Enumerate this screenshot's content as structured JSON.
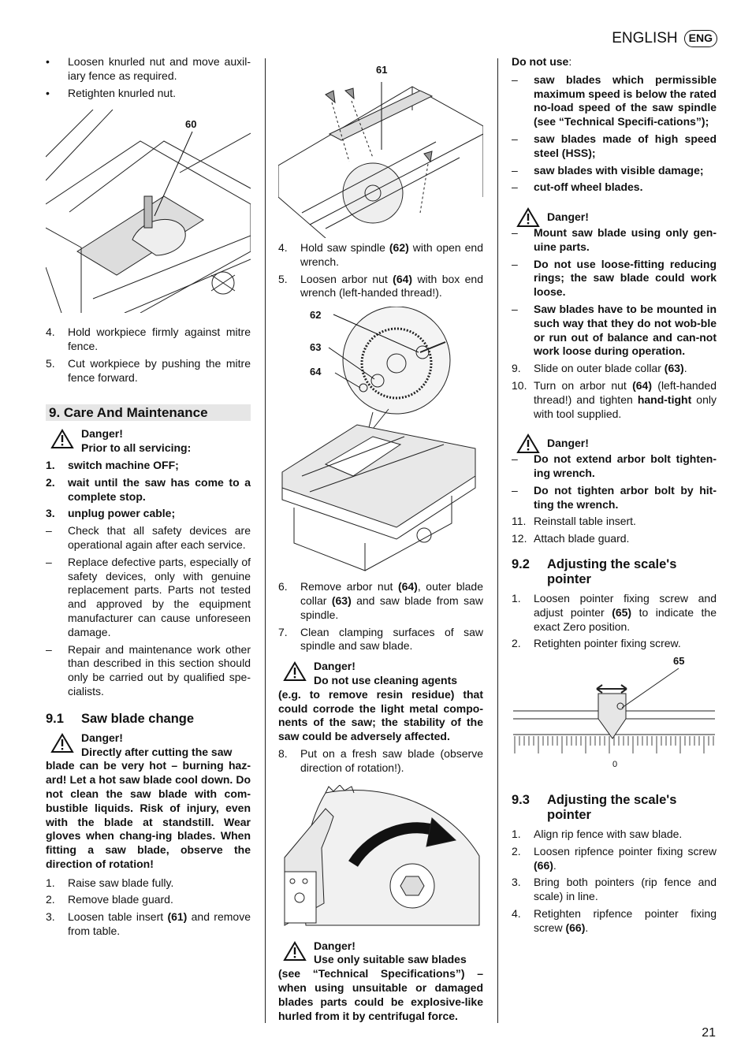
{
  "header": {
    "language": "ENGLISH",
    "badge": "ENG"
  },
  "page_number": "21",
  "col1": {
    "bullets": [
      "Loosen knurled nut and move auxil-iary fence as required.",
      "Retighten knurled nut."
    ],
    "fig60_label": "60",
    "steps_a": [
      {
        "n": "4.",
        "text": "Hold workpiece firmly against mitre fence."
      },
      {
        "n": "5.",
        "text": "Cut workpiece by pushing the mitre fence forward."
      }
    ],
    "section9_title": "9.   Care And Maintenance",
    "danger1_title": "Danger!",
    "danger1_sub": "Prior to all servicing:",
    "danger1_steps": [
      {
        "n": "1.",
        "text": "switch machine OFF;"
      },
      {
        "n": "2.",
        "text": "wait until the saw has come to a complete stop."
      },
      {
        "n": "3.",
        "text": "unplug power cable;"
      }
    ],
    "dash_items": [
      "Check that all safety devices are operational again after each service.",
      "Replace defective parts, especially of safety devices, only with genuine replacement parts. Parts not tested and approved by the equipment manufacturer can cause unforeseen damage.",
      "Repair and maintenance work other than described in this section should only be carried out by qualified spe-cialists."
    ],
    "sec91_num": "9.1",
    "sec91_title": "Saw blade change",
    "danger2_title": "Danger!",
    "danger2_lead": "Directly after cutting the saw",
    "danger2_text": "blade can be very hot – burning haz-ard! Let a hot saw blade cool down. Do not clean the saw blade with com-bustible liquids. Risk of injury, even with the blade at standstill. Wear gloves when chang-ing blades. When fitting a saw blade, observe the direction of rotation!",
    "steps_b": [
      {
        "n": "1.",
        "text": "Raise saw blade fully."
      },
      {
        "n": "2.",
        "text": "Remove blade guard."
      }
    ],
    "step3_pre": "Loosen table insert ",
    "step3_bold": "(61)",
    "step3_post": " and remove from table.",
    "step3_n": "3."
  },
  "col2": {
    "fig61_label": "61",
    "step4_n": "4.",
    "step4_pre": "Hold saw spindle ",
    "step4_bold": "(62)",
    "step4_post": " with open end wrench.",
    "step5_n": "5.",
    "step5_pre": "Loosen arbor nut ",
    "step5_bold": "(64)",
    "step5_post": " with box end wrench (left-handed thread!).",
    "fig_labels": [
      "62",
      "63",
      "64"
    ],
    "step6_n": "6.",
    "step6_pre": "Remove arbor nut ",
    "step6_b1": "(64)",
    "step6_mid": ", outer blade collar ",
    "step6_b2": "(63)",
    "step6_post": " and saw blade from saw spindle.",
    "step7_n": "7.",
    "step7_text": "Clean clamping surfaces of saw spindle and saw blade.",
    "danger3_title": "Danger!",
    "danger3_lead": "Do not use cleaning agents",
    "danger3_text": "(e.g. to remove resin residue) that could corrode the light metal compo-nents of the saw; the stability of the saw could be adversely affected.",
    "step8_n": "8.",
    "step8_text": "Put on a fresh saw blade (observe direction of rotation!).",
    "danger4_title": "Danger!",
    "danger4_lead": "Use only suitable saw blades",
    "danger4_text": "(see “Technical Specifications”) – when using unsuitable or damaged blades parts could be explosive-like hurled from it by centrifugal force."
  },
  "col3": {
    "donot_label": "Do not use",
    "donot_items": [
      "saw blades which permissible maximum speed is below the rated no-load speed of the saw spindle (see “Technical Specifi-cations”);",
      "saw blades made of high speed steel (HSS);",
      "saw blades with visible damage;",
      "cut-off wheel blades."
    ],
    "danger5_title": "Danger!",
    "danger5_items": [
      "Mount saw blade using only gen-uine parts.",
      "Do not use loose-fitting reducing rings; the saw blade could work loose.",
      "Saw blades have to be mounted in such way that they do not wob-ble or run out of balance and can-not work loose during operation."
    ],
    "step9_n": "9.",
    "step9_pre": "Slide on outer blade collar ",
    "step9_bold": "(63)",
    "step9_post": ".",
    "step10_n": "10.",
    "step10_pre": "Turn on arbor nut ",
    "step10_b1": "(64)",
    "step10_mid": " (left-handed thread!) and tighten ",
    "step10_b2": "hand-tight",
    "step10_post": " only with tool supplied.",
    "danger6_title": "Danger!",
    "danger6_items": [
      "Do not extend arbor bolt tighten-ing wrench.",
      "Do not tighten arbor bolt by hit-ting the wrench."
    ],
    "steps_c": [
      {
        "n": "11.",
        "text": "Reinstall table insert."
      },
      {
        "n": "12.",
        "text": "Attach blade guard."
      }
    ],
    "sec92_num": "9.2",
    "sec92_title": "Adjusting the scale's pointer",
    "sec92_step1_n": "1.",
    "sec92_step1_pre": "Loosen pointer fixing screw and adjust pointer ",
    "sec92_step1_bold": "(65)",
    "sec92_step1_post": " to indicate the exact Zero position.",
    "sec92_step2_n": "2.",
    "sec92_step2_text": "Retighten pointer fixing screw.",
    "fig65_label": "65",
    "fig65_zero": "0",
    "sec93_num": "9.3",
    "sec93_title": "Adjusting the scale's pointer",
    "sec93_step1_n": "1.",
    "sec93_step1_text": "Align rip fence with saw blade.",
    "sec93_step2_n": "2.",
    "sec93_step2_pre": "Loosen ripfence pointer fixing screw ",
    "sec93_step2_bold": "(66)",
    "sec93_step2_post": ".",
    "sec93_step3_n": "3.",
    "sec93_step3_text": "Bring both pointers (rip fence and scale) in line.",
    "sec93_step4_n": "4.",
    "sec93_step4_pre": "Retighten ripfence pointer fixing screw ",
    "sec93_step4_bold": "(66)",
    "sec93_step4_post": "."
  }
}
